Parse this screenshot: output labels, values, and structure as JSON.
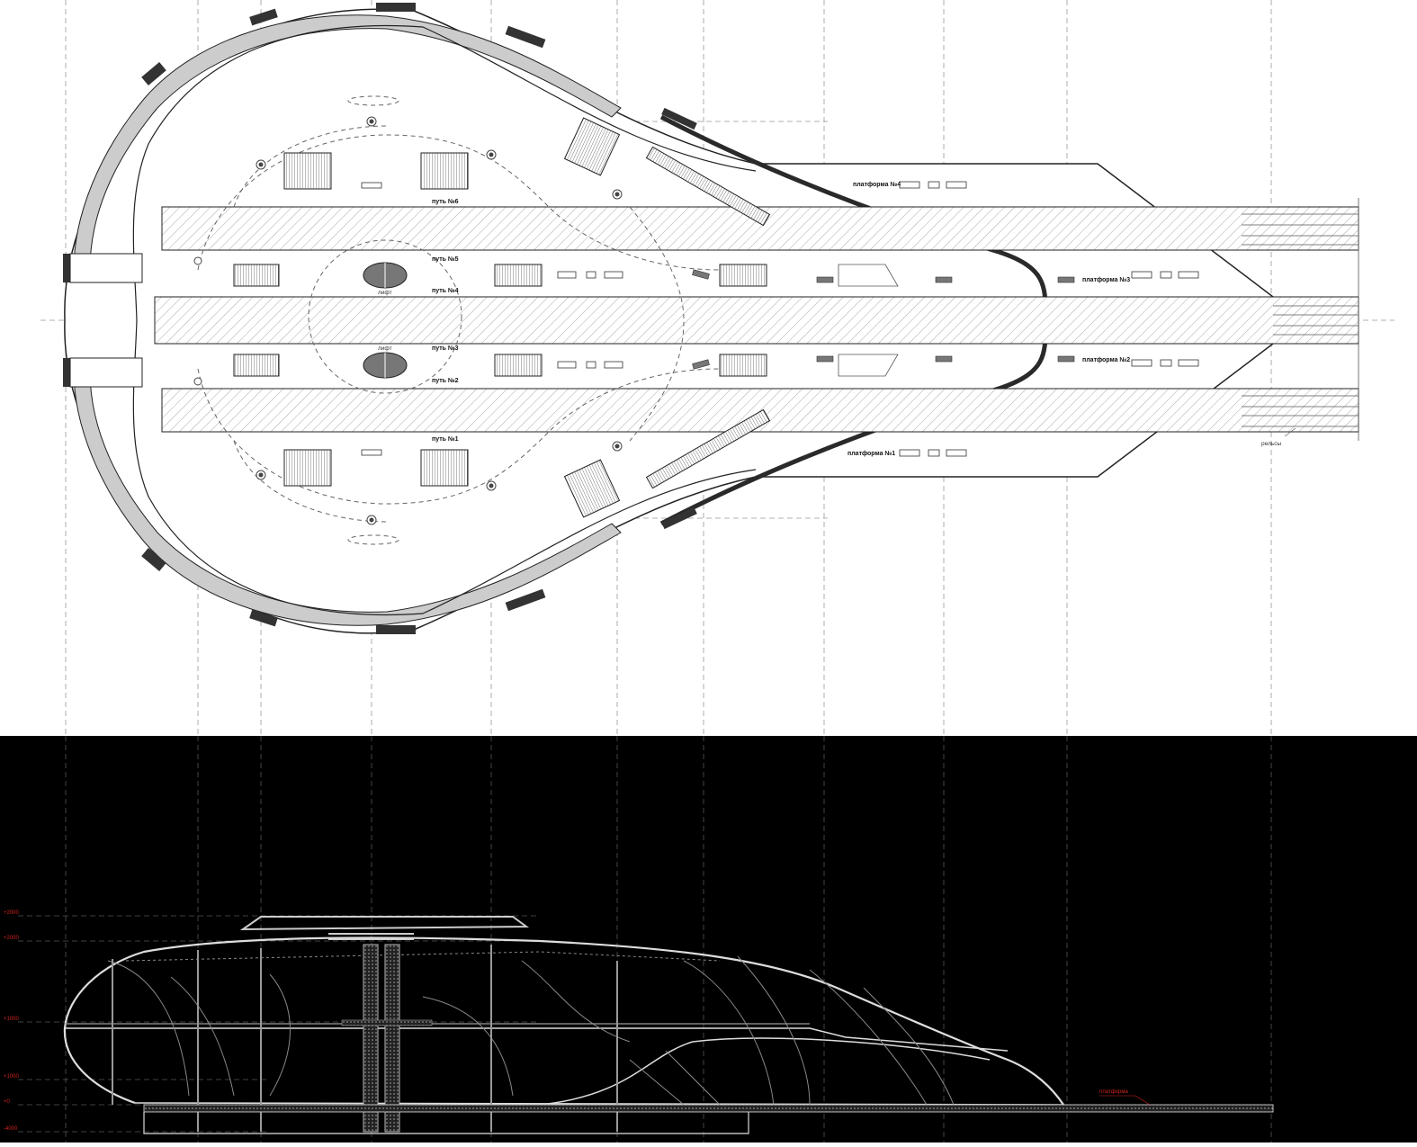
{
  "plan": {
    "tracks": [
      {
        "label": "путь №6"
      },
      {
        "label": "путь №5"
      },
      {
        "label": "путь №4"
      },
      {
        "label": "путь №3"
      },
      {
        "label": "путь №2"
      },
      {
        "label": "путь №1"
      }
    ],
    "platforms": [
      {
        "label": "платформа №4"
      },
      {
        "label": "платформа №3"
      },
      {
        "label": "платформа №2"
      },
      {
        "label": "платформа №1"
      }
    ],
    "lifts": [
      {
        "label": "лифт"
      },
      {
        "label": "лифт"
      }
    ],
    "rails_label": "рельсы"
  },
  "section": {
    "level_marks": [
      "+2000",
      "+2000",
      "+1000",
      "+1000",
      "+0",
      "-4000"
    ],
    "platform_label": "платформа"
  },
  "colors": {
    "plan_background": "#ffffff",
    "section_background": "#000000",
    "section_accent": "#d0231f",
    "structure_dark": "#333333"
  }
}
